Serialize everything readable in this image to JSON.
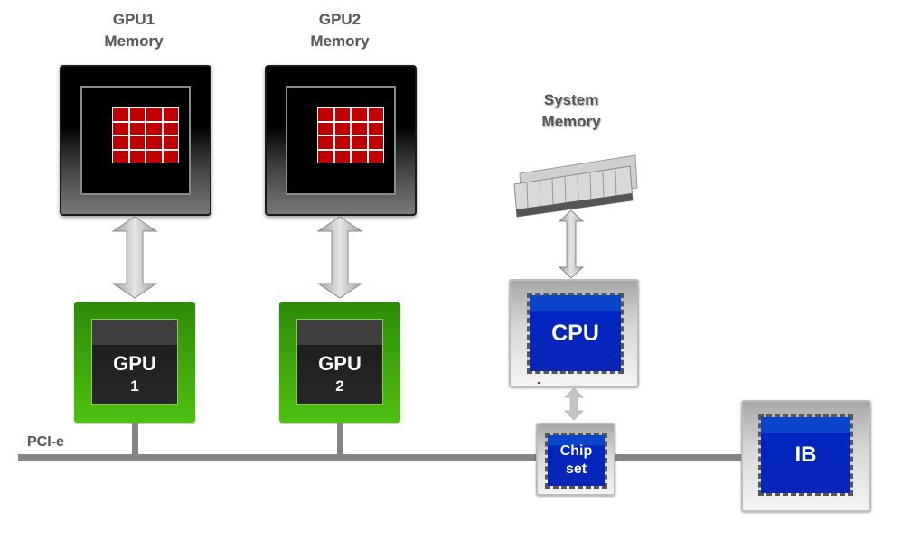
{
  "diagram": {
    "gpu1_memory": {
      "line1": "GPU1",
      "line2": "Memory"
    },
    "gpu2_memory": {
      "line1": "GPU2",
      "line2": "Memory"
    },
    "gpu1": {
      "line1": "GPU",
      "line2": "1"
    },
    "gpu2": {
      "line1": "GPU",
      "line2": "2"
    },
    "system_memory": {
      "line1": "System",
      "line2": "Memory"
    },
    "cpu": {
      "label": "CPU"
    },
    "chipset": {
      "line1": "Chip",
      "line2": "set"
    },
    "ib": {
      "label": "IB"
    },
    "bus": {
      "label": "PCI-e"
    }
  },
  "colors": {
    "gpu_green": "#4fc010",
    "memory_cell_red": "#c00000",
    "chip_blue": "#0025c0",
    "bus_gray": "#858585"
  }
}
